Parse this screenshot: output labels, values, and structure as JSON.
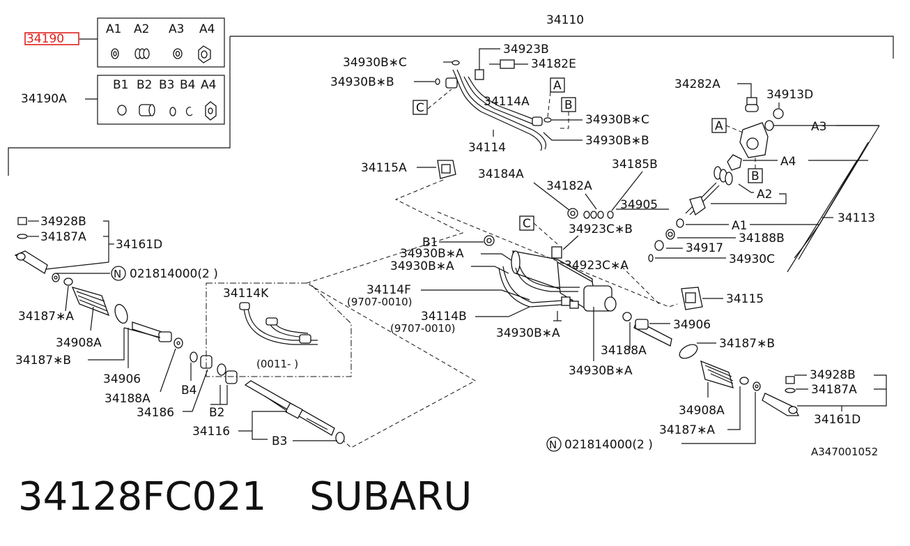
{
  "diagram": {
    "parent_ref": "34110",
    "highlighted_ref": "34190",
    "kit_a": {
      "ref": "34190",
      "items": [
        "A1",
        "A2",
        "A3",
        "A4"
      ]
    },
    "kit_b": {
      "ref": "34190A",
      "items": [
        "B1",
        "B2",
        "B3",
        "B4",
        "A4"
      ]
    },
    "callouts": {
      "r34930BC_top": "34930B∗C",
      "r34923B": "34923B",
      "r34182E": "34182E",
      "r34930BB_top": "34930B∗B",
      "boxC_top": "C",
      "boxA_mid": "A",
      "r34114A": "34114A",
      "boxB_mid": "B",
      "r34930BC_mid": "34930B∗C",
      "r34114": "34114",
      "r34930BB_mid": "34930B∗B",
      "r34282A": "34282A",
      "r34913D": "34913D",
      "boxA_right": "A",
      "rA3": "A3",
      "rA4": "A4",
      "boxB_right": "B",
      "rA2": "A2",
      "r34113": "34113",
      "rA1": "A1",
      "r34188B": "34188B",
      "r34917": "34917",
      "r34930C": "34930C",
      "r34115A": "34115A",
      "r34184A": "34184A",
      "r34185B": "34185B",
      "r34182A": "34182A",
      "r34905": "34905",
      "boxC_mid": "C",
      "r34923CB": "34923C∗B",
      "rB1": "B1",
      "r34930BA_1": "34930B∗A",
      "r34930BA_2": "34930B∗A",
      "r34923CA": "34923C∗A",
      "r34114F": "34114F",
      "r9707_0010_a": "(9707-0010)",
      "r34114B": "34114B",
      "r9707_0010_b": "(9707-0010)",
      "r34930BA_3": "34930B∗A",
      "r34930BA_4": "34930B∗A",
      "r34115": "34115",
      "r34906_right": "34906",
      "r34188A_right": "34188A",
      "r34187B_right": "34187∗B",
      "r34908A_right": "34908A",
      "r34928B_right": "34928B",
      "r34187A_right": "34187A",
      "r34161D_right": "34161D",
      "r34187SA_right": "34187∗A",
      "nut_right": "021814000(2 )",
      "r34928B_left": "34928B",
      "r34187A_left": "34187A",
      "r34161D_left": "34161D",
      "nut_left": "021814000(2 )",
      "r34187SA_left": "34187∗A",
      "r34908A_left": "34908A",
      "r34187B_left": "34187∗B",
      "r34906_left": "34906",
      "r34188A_left": "34188A",
      "rB4": "B4",
      "r34186": "34186",
      "rB2": "B2",
      "r34116": "34116",
      "rB3": "B3",
      "r34114K": "34114K",
      "r0011": "(0011-      )",
      "nut_symbol": "N",
      "drawing_no": "A347001052"
    }
  },
  "caption": {
    "part_number": "34128FC021",
    "brand": "SUBARU"
  }
}
